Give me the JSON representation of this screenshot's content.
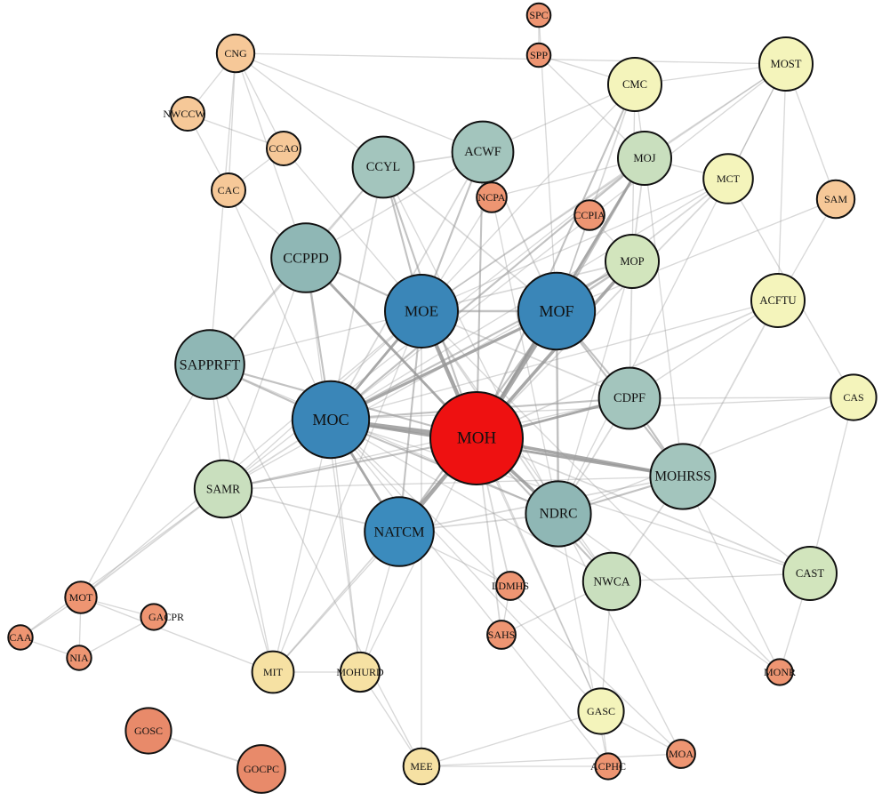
{
  "colors": {
    "red": "#ee1111",
    "blue": "#3a86b8",
    "blue_dark": "#3b8bbd",
    "teal": "#8fb7b5",
    "teal_light": "#a3c5bd",
    "green": "#c9dfbe",
    "green_light": "#d2e5bd",
    "yellow": "#f4f4bb",
    "sand": "#f6e1a3",
    "peach": "#f6c898",
    "coral": "#ee9572",
    "coral_dark": "#e88a6a",
    "edge": "#999999",
    "stroke": "#111111"
  },
  "nodes": [
    {
      "id": "MOH",
      "label": "MOH",
      "tier": "red",
      "weight": 10
    },
    {
      "id": "MOC",
      "label": "MOC",
      "tier": "blue",
      "weight": 8
    },
    {
      "id": "MOE",
      "label": "MOE",
      "tier": "blue",
      "weight": 7.5
    },
    {
      "id": "MOF",
      "label": "MOF",
      "tier": "blue",
      "weight": 8
    },
    {
      "id": "NATCM",
      "label": "NATCM",
      "tier": "blue_dark",
      "weight": 7
    },
    {
      "id": "CCPPD",
      "label": "CCPPD",
      "tier": "teal",
      "weight": 7
    },
    {
      "id": "SAPPRFT",
      "label": "SAPPRFT",
      "tier": "teal",
      "weight": 7
    },
    {
      "id": "NDRC",
      "label": "NDRC",
      "tier": "teal",
      "weight": 6.5
    },
    {
      "id": "MOHRSS",
      "label": "MOHRSS",
      "tier": "teal_light",
      "weight": 6.5
    },
    {
      "id": "CDPF",
      "label": "CDPF",
      "tier": "teal_light",
      "weight": 6
    },
    {
      "id": "CCYL",
      "label": "CCYL",
      "tier": "teal_light",
      "weight": 6
    },
    {
      "id": "ACWF",
      "label": "ACWF",
      "tier": "teal_light",
      "weight": 6
    },
    {
      "id": "NWCA",
      "label": "NWCA",
      "tier": "green",
      "weight": 5.5
    },
    {
      "id": "SAMR",
      "label": "SAMR",
      "tier": "green",
      "weight": 5.5
    },
    {
      "id": "MOJ",
      "label": "MOJ",
      "tier": "green",
      "weight": 5
    },
    {
      "id": "MOP",
      "label": "MOP",
      "tier": "green_light",
      "weight": 5
    },
    {
      "id": "CAST",
      "label": "CAST",
      "tier": "green_light",
      "weight": 5
    },
    {
      "id": "ACFTU",
      "label": "ACFTU",
      "tier": "yellow",
      "weight": 5
    },
    {
      "id": "MOST",
      "label": "MOST",
      "tier": "yellow",
      "weight": 5
    },
    {
      "id": "CMC",
      "label": "CMC",
      "tier": "yellow",
      "weight": 5
    },
    {
      "id": "MCT",
      "label": "MCT",
      "tier": "yellow",
      "weight": 4.5
    },
    {
      "id": "CAS",
      "label": "CAS",
      "tier": "yellow",
      "weight": 4
    },
    {
      "id": "GASC",
      "label": "GASC",
      "tier": "yellow",
      "weight": 4
    },
    {
      "id": "MIT",
      "label": "MIT",
      "tier": "sand",
      "weight": 3.5
    },
    {
      "id": "MOHURD",
      "label": "MOHURD",
      "tier": "sand",
      "weight": 3.2
    },
    {
      "id": "MEE",
      "label": "MEE",
      "tier": "sand",
      "weight": 2.8
    },
    {
      "id": "SAM",
      "label": "SAM",
      "tier": "peach",
      "weight": 3
    },
    {
      "id": "CNG",
      "label": "CNG",
      "tier": "peach",
      "weight": 3
    },
    {
      "id": "NWCCW",
      "label": "NWCCW",
      "tier": "peach",
      "weight": 2.5
    },
    {
      "id": "CCAO",
      "label": "CCAO",
      "tier": "peach",
      "weight": 2.5
    },
    {
      "id": "CAC",
      "label": "CAC",
      "tier": "peach",
      "weight": 2.5
    },
    {
      "id": "NCPA",
      "label": "NCPA",
      "tier": "coral",
      "weight": 2
    },
    {
      "id": "CCPIA",
      "label": "CCPIA",
      "tier": "coral",
      "weight": 2
    },
    {
      "id": "MOT",
      "label": "MOT",
      "tier": "coral",
      "weight": 2.2
    },
    {
      "id": "GACPR",
      "label": "GACPR",
      "tier": "coral",
      "weight": 1.5
    },
    {
      "id": "CAA",
      "label": "CAA",
      "tier": "coral",
      "weight": 1.3
    },
    {
      "id": "NIA",
      "label": "NIA",
      "tier": "coral",
      "weight": 1.3
    },
    {
      "id": "LDMHS",
      "label": "LDMHS",
      "tier": "coral",
      "weight": 1.8
    },
    {
      "id": "SAHS",
      "label": "SAHS",
      "tier": "coral",
      "weight": 1.8
    },
    {
      "id": "MONR",
      "label": "MONR",
      "tier": "coral",
      "weight": 1.5
    },
    {
      "id": "ACPHC",
      "label": "ACPHC",
      "tier": "coral",
      "weight": 1.5
    },
    {
      "id": "MOA",
      "label": "MOA",
      "tier": "coral",
      "weight": 1.8
    },
    {
      "id": "SPC",
      "label": "SPC",
      "tier": "coral",
      "weight": 1.2
    },
    {
      "id": "SPP",
      "label": "SPP",
      "tier": "coral",
      "weight": 1.2
    },
    {
      "id": "GOSC",
      "label": "GOSC",
      "tier": "coral_dark",
      "weight": 4
    },
    {
      "id": "GOCPC",
      "label": "GOCPC",
      "tier": "coral_dark",
      "weight": 4.3
    }
  ],
  "edges": [
    [
      "MOH",
      "MOC",
      6
    ],
    [
      "MOH",
      "MOF",
      6
    ],
    [
      "MOH",
      "MOE",
      5
    ],
    [
      "MOH",
      "NATCM",
      5
    ],
    [
      "MOH",
      "NDRC",
      4
    ],
    [
      "MOH",
      "MOHRSS",
      4
    ],
    [
      "MOH",
      "CDPF",
      3
    ],
    [
      "MOH",
      "MOP",
      4
    ],
    [
      "MOH",
      "MOJ",
      3
    ],
    [
      "MOH",
      "CCPPD",
      3
    ],
    [
      "MOH",
      "SAPPRFT",
      2
    ],
    [
      "MOH",
      "SAMR",
      2
    ],
    [
      "MOH",
      "NWCA",
      2
    ],
    [
      "MOH",
      "ACWF",
      2
    ],
    [
      "MOH",
      "CCYL",
      2
    ],
    [
      "MOH",
      "MIT",
      1.5
    ],
    [
      "MOH",
      "LDMHS",
      1.5
    ],
    [
      "MOH",
      "SAHS",
      1.5
    ],
    [
      "MOH",
      "CAST",
      1.5
    ],
    [
      "MOH",
      "CMC",
      2
    ],
    [
      "MOH",
      "MCT",
      1.5
    ],
    [
      "MOH",
      "MOHURD",
      1
    ],
    [
      "MOH",
      "GASC",
      1
    ],
    [
      "MOH",
      "ACFTU",
      1.5
    ],
    [
      "MOC",
      "MOF",
      3.5
    ],
    [
      "MOC",
      "MOE",
      3
    ],
    [
      "MOC",
      "NATCM",
      3
    ],
    [
      "MOC",
      "MOHRSS",
      3
    ],
    [
      "MOC",
      "NDRC",
      2
    ],
    [
      "MOC",
      "CDPF",
      2
    ],
    [
      "MOC",
      "CCPPD",
      2
    ],
    [
      "MOC",
      "SAPPRFT",
      2
    ],
    [
      "MOC",
      "SAMR",
      1.5
    ],
    [
      "MOC",
      "MOJ",
      2
    ],
    [
      "MOC",
      "MOP",
      2
    ],
    [
      "MOC",
      "CCYL",
      1.5
    ],
    [
      "MOC",
      "ACWF",
      1.5
    ],
    [
      "MOC",
      "MIT",
      1
    ],
    [
      "MOF",
      "MOE",
      2.5
    ],
    [
      "MOF",
      "NDRC",
      2.5
    ],
    [
      "MOF",
      "MOHRSS",
      2
    ],
    [
      "MOF",
      "CDPF",
      2
    ],
    [
      "MOF",
      "MOP",
      2.5
    ],
    [
      "MOF",
      "MOJ",
      2
    ],
    [
      "MOF",
      "NATCM",
      2
    ],
    [
      "MOF",
      "ACWF",
      1.5
    ],
    [
      "MOF",
      "CCYL",
      1.5
    ],
    [
      "MOF",
      "CMC",
      1.5
    ],
    [
      "MOF",
      "MCT",
      1.5
    ],
    [
      "MOE",
      "CCYL",
      2
    ],
    [
      "MOE",
      "ACWF",
      2
    ],
    [
      "MOE",
      "CCPPD",
      2
    ],
    [
      "MOE",
      "NATCM",
      2
    ],
    [
      "MOE",
      "NDRC",
      1.5
    ],
    [
      "MOE",
      "MOJ",
      1.5
    ],
    [
      "MOE",
      "MOP",
      1.5
    ],
    [
      "MOE",
      "CDPF",
      1.5
    ],
    [
      "MOE",
      "SAPPRFT",
      1
    ],
    [
      "NATCM",
      "NDRC",
      1.5
    ],
    [
      "NATCM",
      "SAMR",
      1.5
    ],
    [
      "NATCM",
      "MOHRSS",
      1.5
    ],
    [
      "NATCM",
      "MOHURD",
      1
    ],
    [
      "NATCM",
      "MIT",
      1
    ],
    [
      "NATCM",
      "LDMHS",
      1
    ],
    [
      "NDRC",
      "MOHRSS",
      2
    ],
    [
      "NDRC",
      "CDPF",
      1.5
    ],
    [
      "NDRC",
      "NWCA",
      1.5
    ],
    [
      "NDRC",
      "MOP",
      1
    ],
    [
      "MOHRSS",
      "CDPF",
      2
    ],
    [
      "MOHRSS",
      "NWCA",
      1.5
    ],
    [
      "MOHRSS",
      "CAST",
      1
    ],
    [
      "MOHRSS",
      "ACFTU",
      1.5
    ],
    [
      "MOHRSS",
      "MOJ",
      1
    ],
    [
      "CDPF",
      "MOP",
      1.5
    ],
    [
      "CDPF",
      "ACFTU",
      1
    ],
    [
      "CDPF",
      "CAS",
      1
    ],
    [
      "MOP",
      "MOJ",
      1.5
    ],
    [
      "MOP",
      "CMC",
      1
    ],
    [
      "MOJ",
      "CMC",
      1
    ],
    [
      "MOJ",
      "MOST",
      1
    ],
    [
      "MOJ",
      "MCT",
      1
    ],
    [
      "CCPPD",
      "SAPPRFT",
      1.5
    ],
    [
      "CCPPD",
      "CCYL",
      1.5
    ],
    [
      "CCPPD",
      "ACWF",
      1
    ],
    [
      "SAPPRFT",
      "SAMR",
      1
    ],
    [
      "SAPPRFT",
      "CCYL",
      1
    ],
    [
      "CCYL",
      "ACWF",
      1.5
    ],
    [
      "ACWF",
      "NCPA",
      1
    ],
    [
      "ACWF",
      "CMC",
      1
    ],
    [
      "SAMR",
      "MOT",
      1.5
    ],
    [
      "SAMR",
      "MIT",
      1
    ],
    [
      "NWCA",
      "GASC",
      1
    ],
    [
      "NWCA",
      "CAST",
      1
    ],
    [
      "NWCA",
      "SAHS",
      1
    ],
    [
      "CAST",
      "MONR",
      1
    ],
    [
      "CAST",
      "CAS",
      1
    ],
    [
      "ACFTU",
      "SAM",
      1
    ],
    [
      "ACFTU",
      "MOST",
      1
    ],
    [
      "MOST",
      "CMC",
      1
    ],
    [
      "MOST",
      "MCT",
      1
    ],
    [
      "MOST",
      "SAM",
      1
    ],
    [
      "CAS",
      "MCT",
      1
    ],
    [
      "GASC",
      "MEE",
      1
    ],
    [
      "GASC",
      "ACPHC",
      1
    ],
    [
      "GASC",
      "MOA",
      1
    ],
    [
      "MEE",
      "MOHURD",
      1
    ],
    [
      "MEE",
      "ACPHC",
      1
    ],
    [
      "MEE",
      "MOA",
      1
    ],
    [
      "MIT",
      "MOHURD",
      1
    ],
    [
      "MIT",
      "MOT",
      1
    ],
    [
      "MOT",
      "GACPR",
      1
    ],
    [
      "MOT",
      "CAA",
      1
    ],
    [
      "MOT",
      "NIA",
      1
    ],
    [
      "GACPR",
      "NIA",
      1
    ],
    [
      "CAA",
      "NIA",
      1
    ],
    [
      "GOSC",
      "GOCPC",
      1.5
    ],
    [
      "CNG",
      "NWCCW",
      1
    ],
    [
      "CNG",
      "CCAO",
      1
    ],
    [
      "CNG",
      "CAC",
      1
    ],
    [
      "CNG",
      "SAPPRFT",
      1
    ],
    [
      "CNG",
      "CCPPD",
      1
    ],
    [
      "CNG",
      "MOST",
      1
    ],
    [
      "CNG",
      "CCYL",
      1
    ],
    [
      "CNG",
      "ACWF",
      1
    ],
    [
      "NWCCW",
      "CCAO",
      1
    ],
    [
      "NWCCW",
      "CAC",
      1
    ],
    [
      "CCAO",
      "CAC",
      1
    ],
    [
      "CCAO",
      "MOE",
      1
    ],
    [
      "CAC",
      "MOC",
      1
    ],
    [
      "CAC",
      "CCPPD",
      1
    ],
    [
      "SPC",
      "SPP",
      1
    ],
    [
      "SPC",
      "MOF",
      1
    ],
    [
      "SPP",
      "MOJ",
      1
    ],
    [
      "SPP",
      "CMC",
      1
    ],
    [
      "CCPIA",
      "MOF",
      1
    ],
    [
      "CCPIA",
      "MOP",
      1
    ],
    [
      "NCPA",
      "MOE",
      1
    ],
    [
      "NCPA",
      "MOJ",
      1
    ],
    [
      "LDMHS",
      "SAHS",
      1
    ],
    [
      "MONR",
      "MOHRSS",
      1
    ],
    [
      "MOA",
      "NDRC",
      1
    ],
    [
      "ACPHC",
      "NDRC",
      1
    ],
    [
      "MCT",
      "MOC",
      1
    ],
    [
      "MCT",
      "MOE",
      1
    ],
    [
      "CAS",
      "MOC",
      1
    ],
    [
      "SAM",
      "MOF",
      1
    ],
    [
      "MOST",
      "MOE",
      1
    ],
    [
      "MOST",
      "MOC",
      1
    ],
    [
      "CMC",
      "MOE",
      1
    ],
    [
      "ACFTU",
      "MOC",
      1
    ],
    [
      "CAST",
      "MOC",
      1
    ],
    [
      "GASC",
      "MOC",
      1
    ],
    [
      "MEE",
      "MOE",
      1
    ],
    [
      "MOHURD",
      "MOC",
      1
    ],
    [
      "MIT",
      "MOE",
      1
    ],
    [
      "SAMR",
      "MOE",
      1
    ],
    [
      "SAMR",
      "CCPPD",
      1
    ],
    [
      "MOT",
      "MOE",
      1
    ],
    [
      "MOT",
      "SAPPRFT",
      1
    ],
    [
      "CAA",
      "SAMR",
      1
    ],
    [
      "SAPPRFT",
      "MIT",
      1
    ],
    [
      "SAPPRFT",
      "MEE",
      1
    ],
    [
      "CCPPD",
      "MOHURD",
      1
    ],
    [
      "NWCA",
      "MOE",
      1
    ],
    [
      "NWCA",
      "MOC",
      1
    ],
    [
      "CDPF",
      "SAMR",
      1
    ],
    [
      "MOHRSS",
      "SAMR",
      1
    ],
    [
      "NDRC",
      "SAPPRFT",
      1
    ],
    [
      "ACWF",
      "NDRC",
      1
    ],
    [
      "CCYL",
      "NDRC",
      1
    ],
    [
      "MOJ",
      "SAMR",
      1
    ],
    [
      "MOP",
      "SAMR",
      1
    ],
    [
      "MOST",
      "NDRC",
      1
    ],
    [
      "CAS",
      "NDRC",
      1
    ],
    [
      "GASC",
      "MOE",
      1
    ],
    [
      "MONR",
      "MOE",
      1
    ],
    [
      "MONR",
      "NDRC",
      1
    ],
    [
      "MOA",
      "MOC",
      1
    ],
    [
      "ACPHC",
      "MOC",
      1
    ]
  ]
}
